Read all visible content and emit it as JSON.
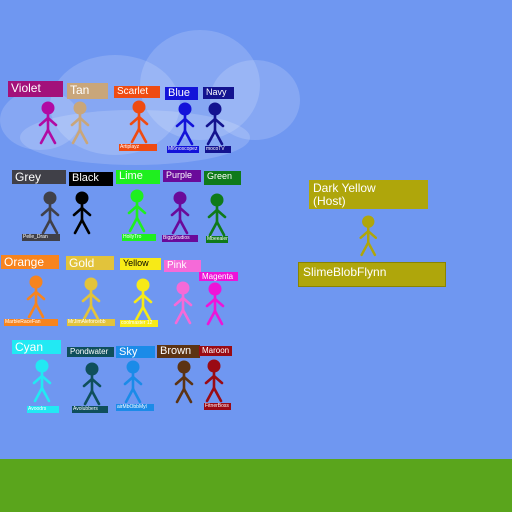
{
  "scene": {
    "sky_color": "#6f97f1",
    "ground_color": "#5aa51c"
  },
  "players": [
    {
      "id": "violet",
      "label": "Violet",
      "color": "#b10ba3",
      "label_bg": "#a3117a",
      "label_fg": "#ffffff",
      "username": ""
    },
    {
      "id": "tan",
      "label": "Tan",
      "color": "#c9a67a",
      "label_bg": "#c9a67a",
      "label_fg": "#ffffff",
      "username": ""
    },
    {
      "id": "scarlet",
      "label": "Scarlet",
      "color": "#ef4b12",
      "label_bg": "#ef4b12",
      "label_fg": "#ffffff",
      "username": "Artiplayz"
    },
    {
      "id": "blue",
      "label": "Blue",
      "color": "#1313d9",
      "label_bg": "#1313d9",
      "label_fg": "#ffffff",
      "username": "Ml6noscopez"
    },
    {
      "id": "navy",
      "label": "Navy",
      "color": "#13138f",
      "label_bg": "#13138f",
      "label_fg": "#ffffff",
      "username": "mocoTV"
    },
    {
      "id": "grey",
      "label": "Grey",
      "color": "#404048",
      "label_bg": "#404048",
      "label_fg": "#ffffff",
      "username": "Pelle_Dran"
    },
    {
      "id": "black",
      "label": "Black",
      "color": "#000000",
      "label_bg": "#000000",
      "label_fg": "#ffffff",
      "username": ""
    },
    {
      "id": "lime",
      "label": "Lime",
      "color": "#1fef1f",
      "label_bg": "#1fef1f",
      "label_fg": "#ffffff",
      "username": "HollyTro"
    },
    {
      "id": "purple",
      "label": "Purple",
      "color": "#6a0a9a",
      "label_bg": "#6a0a9a",
      "label_fg": "#ffffff",
      "username": "BiggStudios"
    },
    {
      "id": "green",
      "label": "Green",
      "color": "#0f7a1a",
      "label_bg": "#0f7a1a",
      "label_fg": "#ffffff",
      "username": "Mbeealer"
    },
    {
      "id": "orange",
      "label": "Orange",
      "color": "#f7841e",
      "label_bg": "#f7841e",
      "label_fg": "#ffffff",
      "username": "MarbleRaceFan"
    },
    {
      "id": "gold",
      "label": "Gold",
      "color": "#e2c33b",
      "label_bg": "#e2c33b",
      "label_fg": "#ffffff",
      "username": "MrJimAleforcebb"
    },
    {
      "id": "yellow",
      "label": "Yellow",
      "color": "#f7ea17",
      "label_bg": "#f7ea17",
      "label_fg": "#000000",
      "username": "coolmaster 12"
    },
    {
      "id": "pink",
      "label": "Pink",
      "color": "#f56ad8",
      "label_bg": "#f56ad8",
      "label_fg": "#ffffff",
      "username": ""
    },
    {
      "id": "magenta",
      "label": "Magenta",
      "color": "#ee14d8",
      "label_bg": "#ee14d8",
      "label_fg": "#ffffff",
      "username": ""
    },
    {
      "id": "cyan",
      "label": "Cyan",
      "color": "#22e9f3",
      "label_bg": "#22e9f3",
      "label_fg": "#ffffff",
      "username": "Avoodrs"
    },
    {
      "id": "pondwater",
      "label": "Pondwater",
      "color": "#0f4f5c",
      "label_bg": "#0f4f5c",
      "label_fg": "#ffffff",
      "username": "Avolubbers"
    },
    {
      "id": "sky",
      "label": "Sky",
      "color": "#1b8be8",
      "label_bg": "#1b8be8",
      "label_fg": "#ffffff",
      "username": "airMbObbMyl"
    },
    {
      "id": "brown",
      "label": "Brown",
      "color": "#5c3313",
      "label_bg": "#5c3313",
      "label_fg": "#ffffff",
      "username": ""
    },
    {
      "id": "maroon",
      "label": "Maroon",
      "color": "#9a0a14",
      "label_bg": "#9a0a14",
      "label_fg": "#ffffff",
      "username": "FitnerBoss"
    }
  ],
  "host": {
    "label": "Dark Yellow\n(Host)",
    "color": "#afa60b",
    "label_bg": "#afa60b",
    "label_fg": "#ffffff",
    "username": "SlimeBlobFlynn",
    "username_bg": "#afa60b"
  }
}
